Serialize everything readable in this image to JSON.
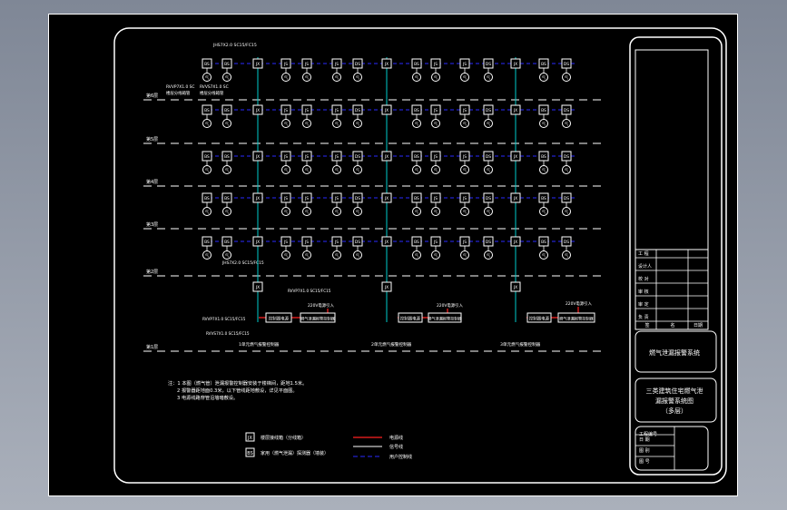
{
  "colors": {
    "background": "#000000",
    "line": "#ffffff",
    "riser": "#00cccc",
    "bus": "#2a2aff",
    "supply_line": "#ff2020",
    "floor_line": "#ffffff"
  },
  "floors": [
    "第6层",
    "第5层",
    "第4层",
    "第3层",
    "第2层",
    "第1层"
  ],
  "sensor_row_labels": [
    "BS",
    "BS",
    "JS",
    "JS",
    "JS",
    "JS",
    "DS",
    "JS",
    "BS",
    "JS",
    "JS",
    "DS",
    "JS",
    "BS",
    "DS"
  ],
  "sensor_row_symbols": [
    "气",
    "气",
    "气",
    "气",
    "气",
    "气",
    "气",
    "气",
    "气",
    "气",
    "气",
    "气",
    "气",
    "气",
    "气"
  ],
  "junction_label": "JX",
  "annotations": {
    "top_bus": "JHS7X2.0 SC15/FC15",
    "left_note_1": "RVVP7X1.0 SC",
    "left_note_2": "RVVS7X1.0 SC",
    "left_note_3": "楼层分线箱管",
    "left_note_4": "楼层分线箱管",
    "bottom_bus": "JHS7X2.0 SC15/FC15",
    "power_left_1": "RVVP7X1.0 SC15/FC15",
    "power_left_2": "RVVS7X1.0 SC15/FC15",
    "power_left_3": "RVVP7X1.0 SC15/FC15",
    "controller_label_left": "控制器电源",
    "controller_label_mid": "控制器电源",
    "controller_label_right": "控制器电源",
    "panel_label_left": "燃气泄漏报警控制器",
    "panel_label_mid": "燃气泄漏报警控制器",
    "panel_label_right": "燃气泄漏报警控制器",
    "supply_left": "220V电源引入",
    "supply_mid": "220V电源引入",
    "supply_right": "220V电源引入",
    "unit_left": "1单元燃气报警控制器",
    "unit_mid": "2单元燃气报警控制器",
    "unit_right": "3单元燃气报警控制器"
  },
  "notes": [
    "注：1 本图（燃气管）泄漏报警控制器安装于楼梯间，距地1.5米。",
    "2 报警器距地面0.3米，以下管线距地敷设，详见平面图。",
    "3 电源线路穿管沿墙暗敷设。"
  ],
  "legend": {
    "items": [
      {
        "symbol": "JX",
        "text": "楼层接线箱（分线箱）"
      },
      {
        "symbol": "BS",
        "text": "家用（燃气泄漏）探测器（墙装）"
      }
    ],
    "lines": [
      {
        "text": "电源线",
        "color": "#ff2020",
        "style": "solid"
      },
      {
        "text": "信号线",
        "color": "#ffffff",
        "style": "solid"
      },
      {
        "text": "用户控制线",
        "color": "#2a2aff",
        "style": "dashed"
      }
    ]
  },
  "title_block": {
    "rows": [
      "工  程",
      "设计人",
      "校  对",
      "审  核",
      "审  定",
      "负  责"
    ],
    "sign_row": [
      "签",
      "名",
      "日期"
    ],
    "system_title": "燃气泄漏报警系统",
    "drawing_title_1": "三类建筑住宅燃气泄",
    "drawing_title_2": "漏报警系统图",
    "drawing_title_3": "（多层）",
    "project_label": "工程编号",
    "bottom_rows": [
      "日  期",
      "图  别",
      "图  号"
    ]
  }
}
